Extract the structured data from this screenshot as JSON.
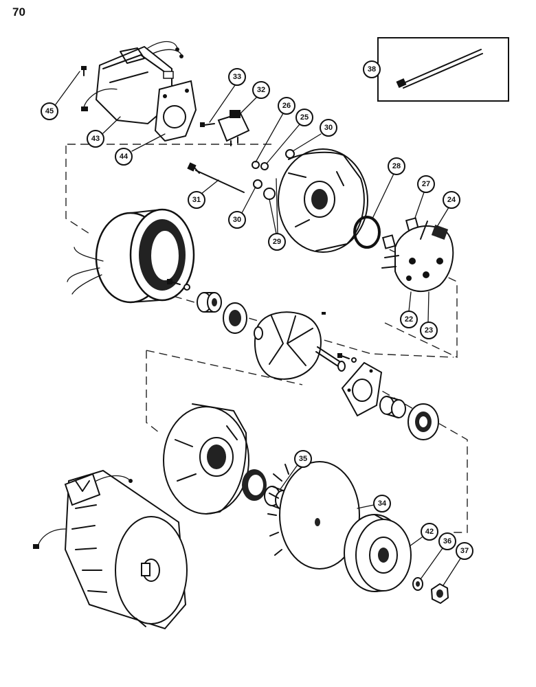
{
  "page": {
    "number": "70"
  },
  "callouts": [
    {
      "id": "45",
      "label": "45"
    },
    {
      "id": "43",
      "label": "43"
    },
    {
      "id": "44",
      "label": "44"
    },
    {
      "id": "33",
      "label": "33"
    },
    {
      "id": "32",
      "label": "32"
    },
    {
      "id": "26",
      "label": "26"
    },
    {
      "id": "25",
      "label": "25"
    },
    {
      "id": "30a",
      "label": "30"
    },
    {
      "id": "38",
      "label": "38"
    },
    {
      "id": "31",
      "label": "31"
    },
    {
      "id": "30b",
      "label": "30"
    },
    {
      "id": "29",
      "label": "29"
    },
    {
      "id": "28",
      "label": "28"
    },
    {
      "id": "27",
      "label": "27"
    },
    {
      "id": "24",
      "label": "24"
    },
    {
      "id": "22",
      "label": "22"
    },
    {
      "id": "23",
      "label": "23"
    },
    {
      "id": "35",
      "label": "35"
    },
    {
      "id": "34",
      "label": "34"
    },
    {
      "id": "42",
      "label": "42"
    },
    {
      "id": "36",
      "label": "36"
    },
    {
      "id": "37",
      "label": "37"
    }
  ]
}
